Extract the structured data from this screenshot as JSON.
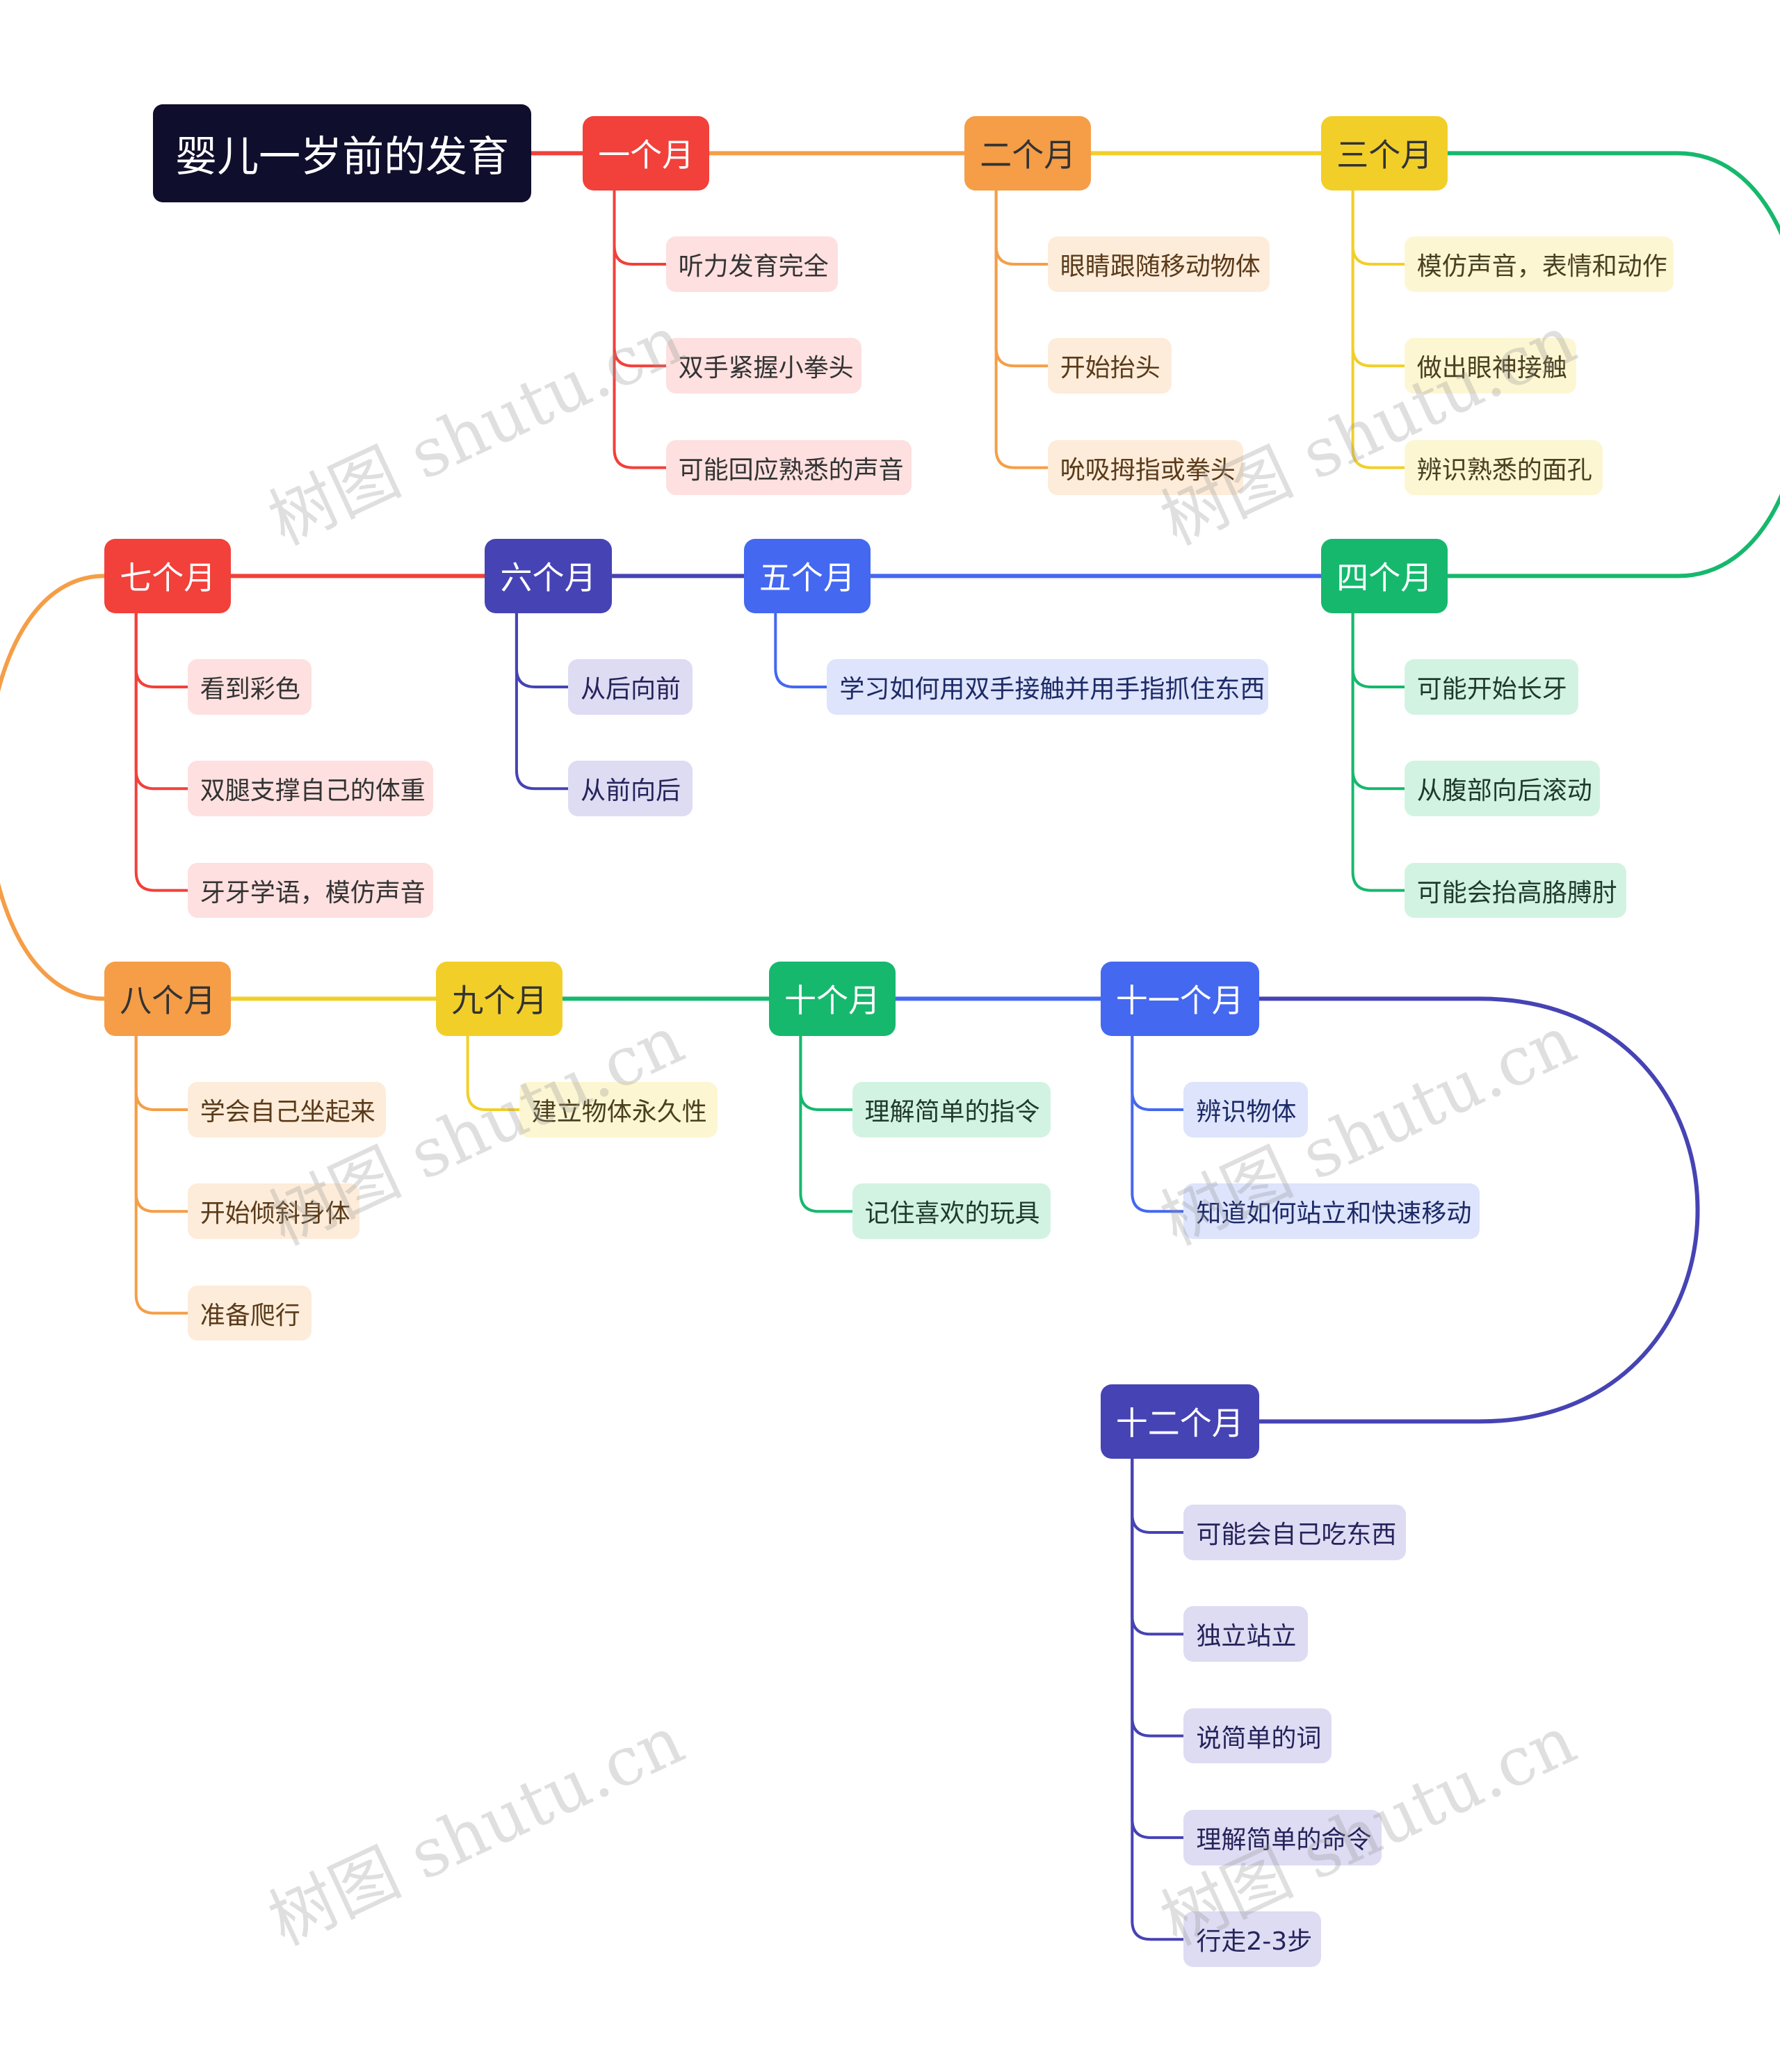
{
  "root": {
    "label": "婴儿一岁前的发育",
    "bg": "#0f0e2c"
  },
  "watermark": "树图 shutu.cn",
  "months": [
    {
      "id": "m1",
      "label": "一个月",
      "color": "#f2403a",
      "text_color": "#ffffff",
      "item_bg": "#fde0df",
      "item_text": "#333333",
      "items": [
        "听力发育完全",
        "双手紧握小拳头",
        "可能回应熟悉的声音"
      ]
    },
    {
      "id": "m2",
      "label": "二个月",
      "color": "#f59e47",
      "text_color": "#333333",
      "item_bg": "#fdecd9",
      "item_text": "#5a3a1a",
      "items": [
        "眼睛跟随移动物体",
        "开始抬头",
        "吮吸拇指或拳头"
      ]
    },
    {
      "id": "m3",
      "label": "三个月",
      "color": "#f2cf28",
      "text_color": "#333333",
      "item_bg": "#fdf6d3",
      "item_text": "#4a4020",
      "items": [
        "模仿声音，表情和动作",
        "做出眼神接触",
        "辨识熟悉的面孔"
      ]
    },
    {
      "id": "m4",
      "label": "四个月",
      "color": "#16b86d",
      "text_color": "#ffffff",
      "item_bg": "#d3f3e2",
      "item_text": "#1f3a2a",
      "items": [
        "可能开始长牙",
        "从腹部向后滚动",
        "可能会抬高胳膊肘"
      ]
    },
    {
      "id": "m5",
      "label": "五个月",
      "color": "#4468f0",
      "text_color": "#ffffff",
      "item_bg": "#dde4fc",
      "item_text": "#1d2a66",
      "items": [
        "学习如何用双手接触并用手指抓住东西"
      ]
    },
    {
      "id": "m6",
      "label": "六个月",
      "color": "#4643b4",
      "text_color": "#ffffff",
      "item_bg": "#dedcf3",
      "item_text": "#25235a",
      "items": [
        "从后向前",
        "从前向后"
      ]
    },
    {
      "id": "m7",
      "label": "七个月",
      "color": "#f2403a",
      "text_color": "#ffffff",
      "item_bg": "#fde0df",
      "item_text": "#333333",
      "items": [
        "看到彩色",
        "双腿支撑自己的体重",
        "牙牙学语，模仿声音"
      ]
    },
    {
      "id": "m8",
      "label": "八个月",
      "color": "#f59e47",
      "text_color": "#333333",
      "item_bg": "#fdecd9",
      "item_text": "#5a3a1a",
      "items": [
        "学会自己坐起来",
        "开始倾斜身体",
        "准备爬行"
      ]
    },
    {
      "id": "m9",
      "label": "九个月",
      "color": "#f2cf28",
      "text_color": "#333333",
      "item_bg": "#fdf6d3",
      "item_text": "#4a4020",
      "items": [
        "建立物体永久性"
      ]
    },
    {
      "id": "m10",
      "label": "十个月",
      "color": "#16b86d",
      "text_color": "#ffffff",
      "item_bg": "#d3f3e2",
      "item_text": "#1f3a2a",
      "items": [
        "理解简单的指令",
        "记住喜欢的玩具"
      ]
    },
    {
      "id": "m11",
      "label": "十一个月",
      "color": "#4468f0",
      "text_color": "#ffffff",
      "item_bg": "#dde4fc",
      "item_text": "#1d2a66",
      "items": [
        "辨识物体",
        "知道如何站立和快速移动"
      ]
    },
    {
      "id": "m12",
      "label": "十二个月",
      "color": "#4643b4",
      "text_color": "#ffffff",
      "item_bg": "#dedcf3",
      "item_text": "#25235a",
      "items": [
        "可能会自己吃东西",
        "独立站立",
        "说简单的词",
        "理解简单的命令",
        "行走2-3步"
      ]
    }
  ]
}
